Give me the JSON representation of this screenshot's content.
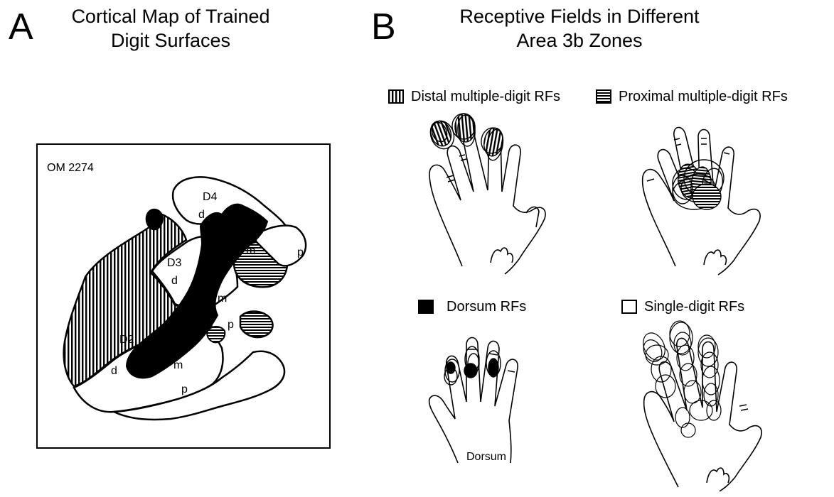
{
  "panel_a": {
    "letter": "A",
    "title_line1": "Cortical Map of Trained",
    "title_line2": "Digit Surfaces",
    "map_id": "OM 2274",
    "labels": {
      "D4": "D4",
      "D3": "D3",
      "D2": "D2",
      "d": "d",
      "m": "m",
      "p": "p"
    }
  },
  "panel_b": {
    "letter": "B",
    "title_line1": "Receptive Fields in Different",
    "title_line2": "Area 3b Zones",
    "legend": {
      "distal": "Distal multiple-digit RFs",
      "proximal": "Proximal multiple-digit RFs",
      "dorsum": "Dorsum RFs",
      "single": "Single-digit RFs"
    },
    "dorsum_hand_label": "Dorsum"
  }
}
